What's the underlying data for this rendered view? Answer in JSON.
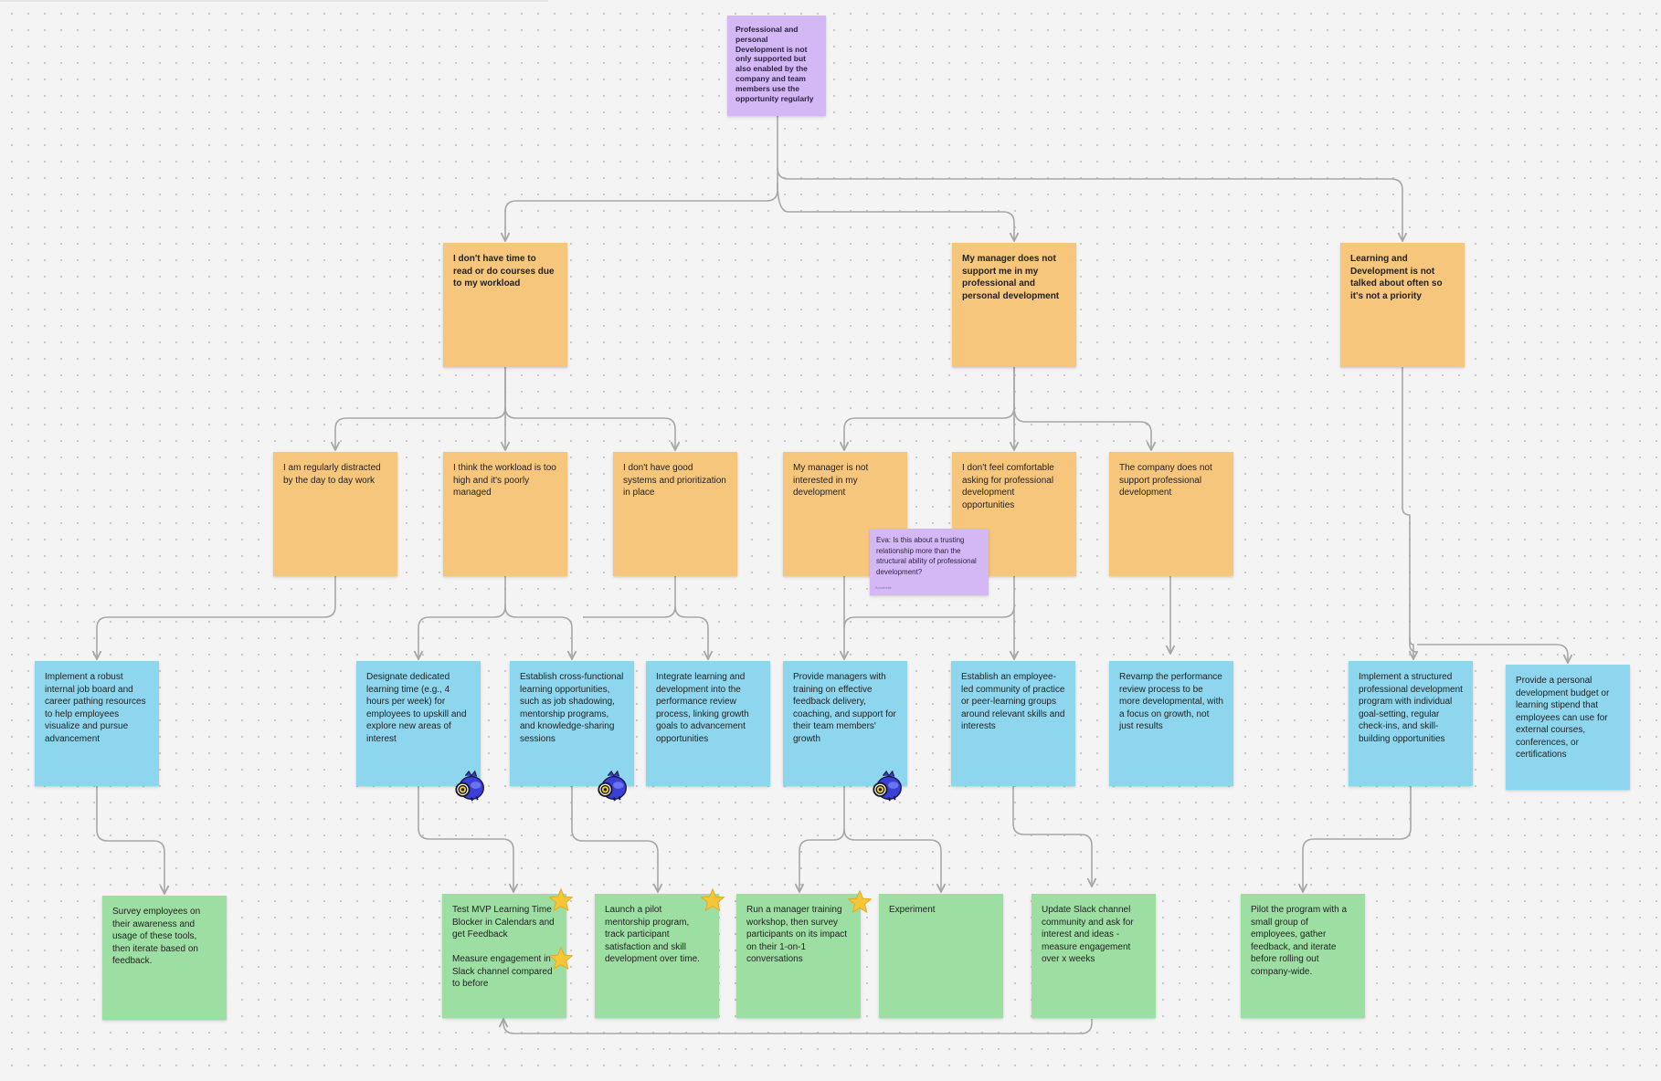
{
  "colors": {
    "purple": "#d3b8f5",
    "orange": "#f6c67c",
    "blue": "#8ed6ee",
    "green": "#9ddfa3",
    "connector": "#a6a6a6",
    "star": "#f6c53a",
    "avatar": "#3a3fd6"
  },
  "root": {
    "text": "Professional and personal Development is not only supported but also enabled by the company and team members use the opportunity regularly"
  },
  "problems": [
    {
      "text": "I don't have time to read or do courses due to my workload"
    },
    {
      "text": "My manager does not support me in my professional and personal development"
    },
    {
      "text": "Learning and Development is not talked about often so it's not a priority"
    }
  ],
  "causes": [
    {
      "text": "I am regularly distracted by the day to day work"
    },
    {
      "text": "I think the workload is too high and it's poorly managed"
    },
    {
      "text": "I don't have good systems and prioritization in place"
    },
    {
      "text": "My manager is not interested in my development"
    },
    {
      "text": "I don't feel comfortable asking for professional development opportunities"
    },
    {
      "text": "The company does not support professional development"
    }
  ],
  "comment": {
    "text": "Eva: Is this about a trusting relationship more than the structural ability of professional development?",
    "author": "Annabelle"
  },
  "solutions": [
    {
      "text": "Implement a robust internal job board and career pathing resources to help employees visualize and pursue advancement"
    },
    {
      "text": "Designate dedicated learning time (e.g., 4 hours per week) for employees to upskill and explore new areas of interest"
    },
    {
      "text": "Establish cross-functional learning opportunities, such as job shadowing, mentorship programs, and knowledge-sharing sessions"
    },
    {
      "text": "Integrate learning and development into the performance review process, linking growth goals to advancement opportunities"
    },
    {
      "text": "Provide managers with training on effective feedback delivery, coaching, and support for their team members' growth"
    },
    {
      "text": "Establish an employee-led community of practice or peer-learning groups around relevant skills and interests"
    },
    {
      "text": "Revamp the performance review process to be more developmental, with a focus on growth, not just results"
    },
    {
      "text": "Implement a structured professional development program with individual goal-setting, regular check-ins, and skill-building opportunities"
    },
    {
      "text": "Provide a personal development budget or learning stipend that employees can use for external courses, conferences, or certifications"
    }
  ],
  "experiments": [
    {
      "text": "Survey employees on their awareness and usage of these tools, then iterate based on feedback."
    },
    {
      "text": "Test MVP Learning Time Blocker in Calendars and get Feedback\n\nMeasure engagement in Slack channel compared to before"
    },
    {
      "text": "Launch a pilot mentorship program, track participant satisfaction and skill development over time."
    },
    {
      "text": "Run a manager training workshop, then survey participants on its impact on their 1-on-1 conversations"
    },
    {
      "text": "Experiment"
    },
    {
      "text": "Update Slack channel community and ask for interest and ideas - measure engagement over x weeks"
    },
    {
      "text": "Pilot the program with a small group of employees, gather feedback, and iterate before rolling out company-wide."
    }
  ],
  "icons": {
    "star": "star-sticker-icon",
    "avatar": "blue-monster-avatar-icon"
  }
}
